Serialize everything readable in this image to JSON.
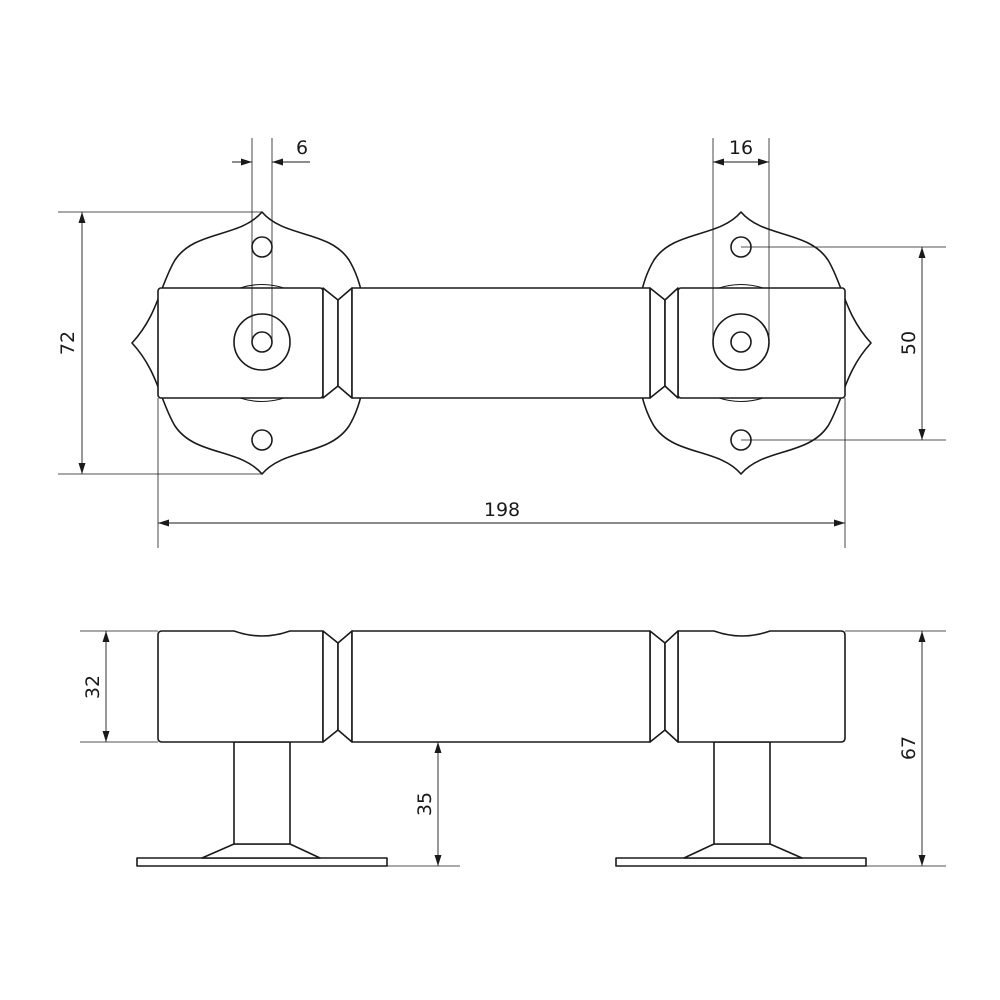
{
  "drawing": {
    "subject": "handle with rosettes",
    "views": [
      "top-view",
      "side-view"
    ]
  },
  "dimensions": {
    "hole_diameter": "6",
    "boss_diameter": "16",
    "rosette_height": "72",
    "mounting_hole_spacing": "50",
    "overall_length": "198",
    "grip_height": "32",
    "grip_clearance": "35",
    "overall_height": "67"
  }
}
